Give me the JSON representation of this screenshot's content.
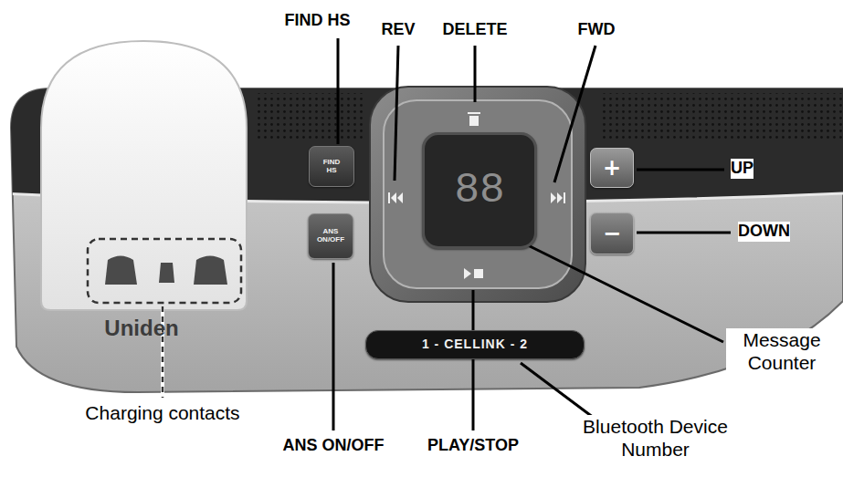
{
  "diagram": {
    "nodes": [
      {
        "text": [
          "FIND HS"
        ]
      },
      {
        "text": [
          "ANS ON/OFF"
        ]
      },
      {
        "text": [
          "88"
        ]
      },
      {
        "text": [
          "+"
        ]
      },
      {
        "text": [
          "−"
        ]
      },
      {
        "text": [
          "1 - CELLINK - 2"
        ]
      }
    ],
    "labels": [
      "FIND HS",
      "REV",
      "DELETE",
      "FWD",
      "UP",
      "DOWN",
      "Message Counter",
      "Bluetooth Device Number",
      "PLAY/STOP",
      "ANS ON/OFF",
      "Charging contacts",
      "Uniden"
    ]
  }
}
